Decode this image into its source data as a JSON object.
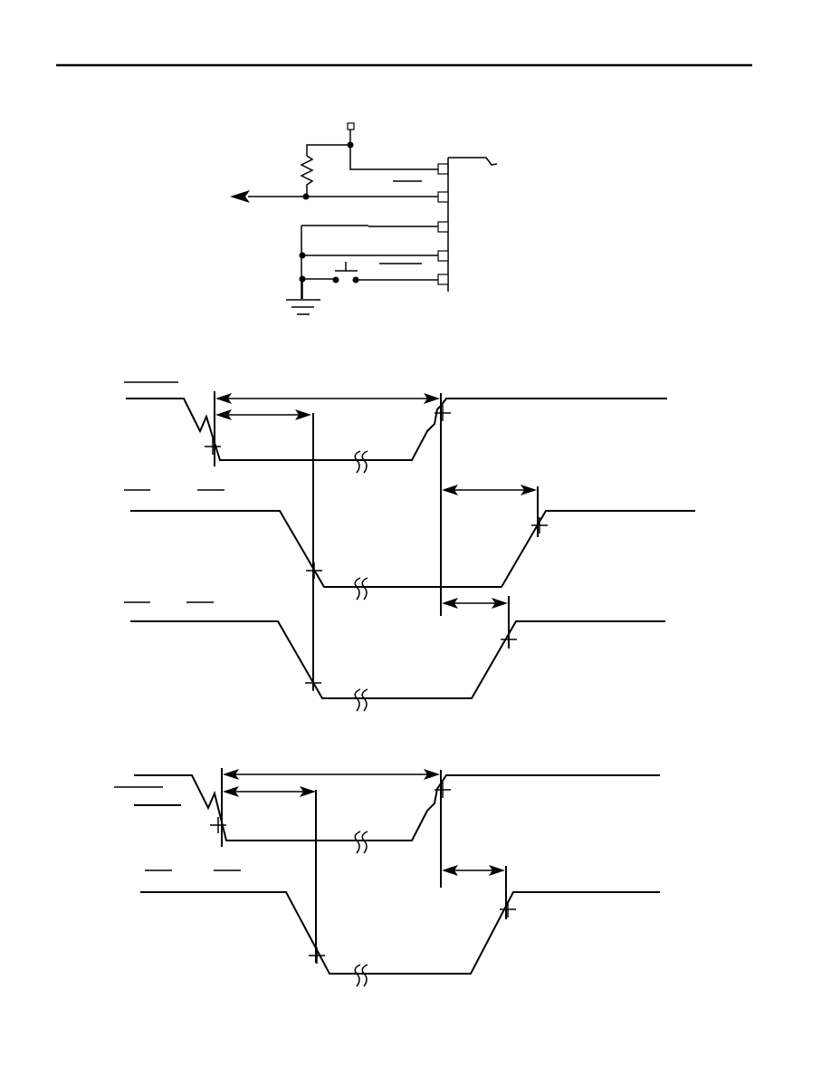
{
  "page": {
    "background": "#ffffff",
    "ink": "#000000"
  },
  "figures": [
    {
      "name": "reset-circuit-schematic"
    },
    {
      "name": "timing-diagram-a"
    },
    {
      "name": "timing-diagram-b"
    }
  ]
}
